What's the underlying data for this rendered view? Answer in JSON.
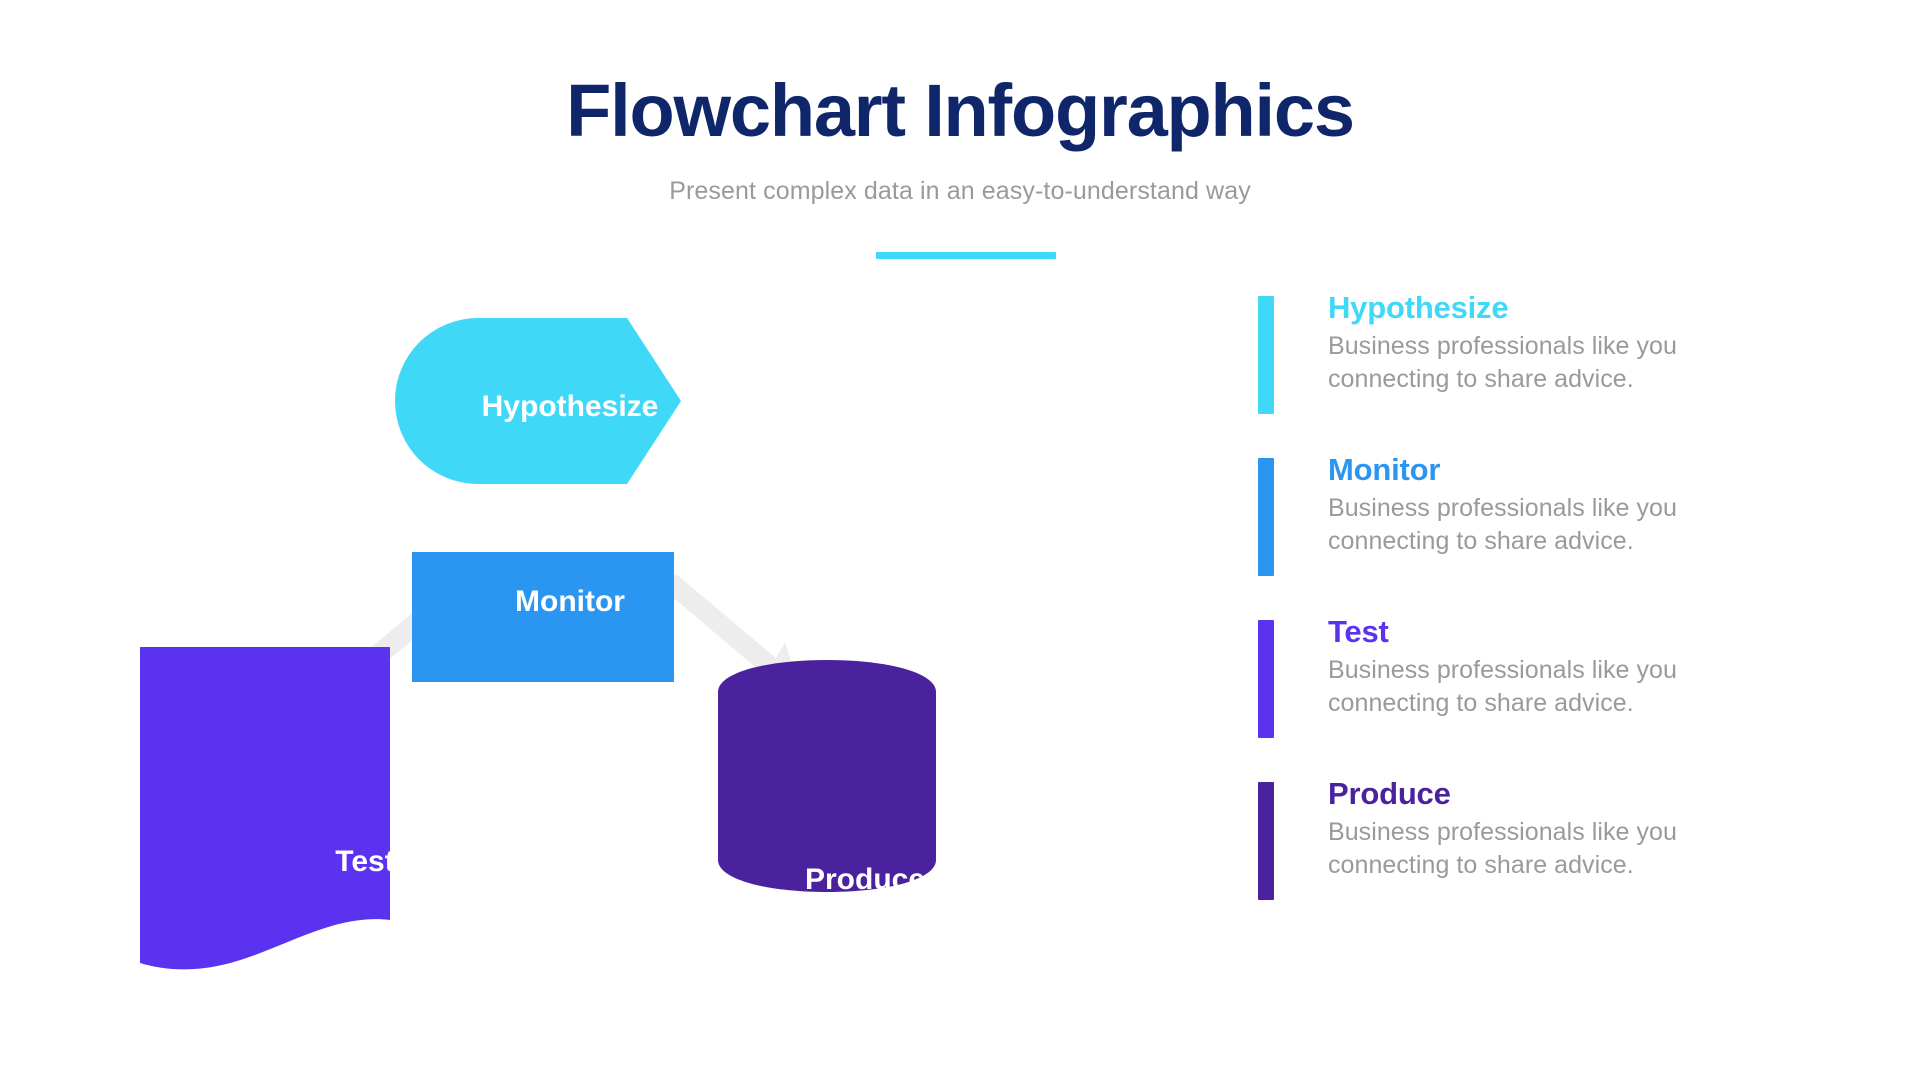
{
  "header": {
    "title": "Flowchart Infographics",
    "subtitle": "Present complex data in an easy-to-understand way",
    "accent_color": "#3fd8f7",
    "title_color": "#10266b",
    "subtitle_color": "#9a9a9a"
  },
  "flow": {
    "nodes": [
      {
        "id": "hypothesize",
        "label": "Hypothesize",
        "shape": "arrow-pentagon",
        "color": "#3fd8f7"
      },
      {
        "id": "monitor",
        "label": "Monitor",
        "shape": "rectangle",
        "color": "#2b96f2"
      },
      {
        "id": "test",
        "label": "Test",
        "shape": "wavy-document",
        "color": "#5a32f0"
      },
      {
        "id": "produce",
        "label": "Produce",
        "shape": "cylinder",
        "color": "#4a229e"
      }
    ],
    "connectors": [
      {
        "from": "hypothesize",
        "to": "monitor",
        "direction": "down",
        "color": "#ededed"
      },
      {
        "from": "monitor",
        "to": "test",
        "direction": "down-left",
        "color": "#ededed"
      },
      {
        "from": "monitor",
        "to": "produce",
        "direction": "down-right",
        "color": "#ededed"
      }
    ]
  },
  "legend": {
    "items": [
      {
        "title": "Hypothesize",
        "description": "Business professionals like you connecting to share advice.",
        "color": "#3fd8f7"
      },
      {
        "title": "Monitor",
        "description": "Business professionals like you connecting to share advice.",
        "color": "#2b96f2"
      },
      {
        "title": "Test",
        "description": "Business professionals like you connecting to share advice.",
        "color": "#5a32f0"
      },
      {
        "title": "Produce",
        "description": "Business professionals like you connecting to share advice.",
        "color": "#4a229e"
      }
    ]
  }
}
